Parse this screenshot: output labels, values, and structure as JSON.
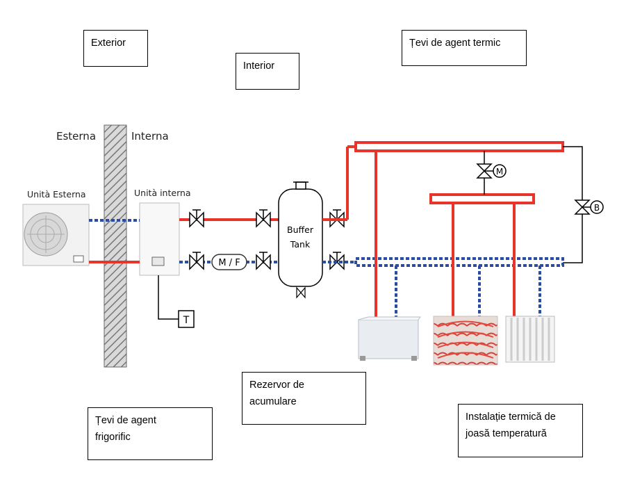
{
  "labels": {
    "exterior": "Exterior",
    "interior": "Interior",
    "thermal_pipes": "Țevi de agent termic",
    "storage_tank": "Rezervor de\nacumulare",
    "refrigerant_pipes": "Țevi de agent\nfrigorific",
    "low_temp_install": "Instalație termică de\njoasă temperatură"
  },
  "diagram": {
    "esterna": "Esterna",
    "interna": "Interna",
    "outdoor_unit": "Unità Esterna",
    "indoor_unit": "Unità interna",
    "buffer_line1": "Buffer",
    "buffer_line2": "Tank",
    "filter_label": "M / F",
    "thermostat": "T",
    "motor_valve": "M",
    "bypass_valve": "B"
  },
  "colors": {
    "hot_pipe": "#e8352b",
    "cold_pipe": "#2f4c9c",
    "wall": "#888888",
    "line": "#000000"
  }
}
